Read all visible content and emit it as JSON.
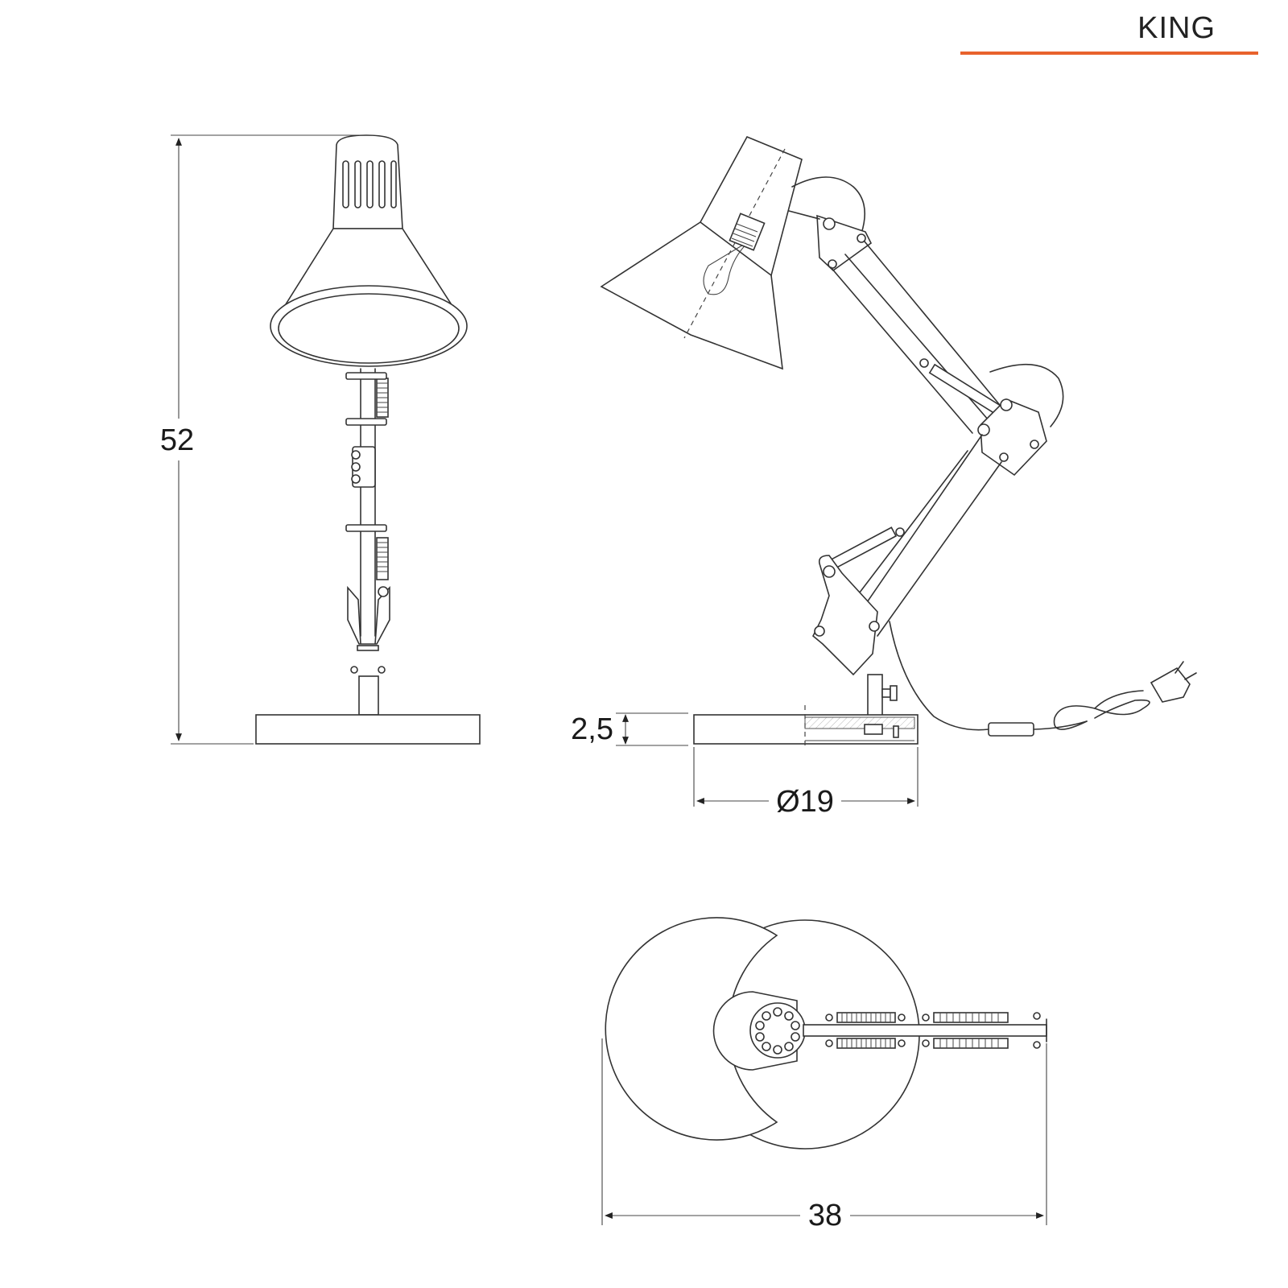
{
  "brand": {
    "name": "KING",
    "accent_color": "#e8622c"
  },
  "dimensions": {
    "height": "52",
    "base_thickness": "2,5",
    "base_diameter": "Ø19",
    "overall_width": "38"
  },
  "views": [
    "front-view",
    "side-view",
    "top-view"
  ]
}
